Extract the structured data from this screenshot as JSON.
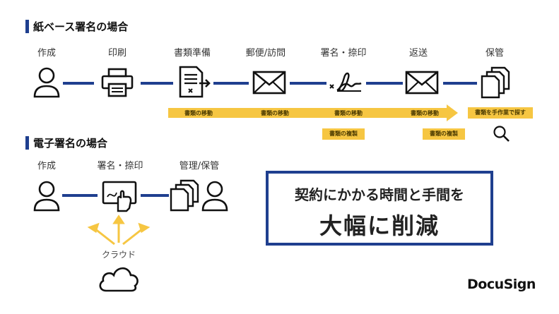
{
  "colors": {
    "navy": "#1f3f8f",
    "yellow": "#f6c642",
    "text": "#222222"
  },
  "paper": {
    "title": "紙ベース署名の場合",
    "steps": [
      "作成",
      "印刷",
      "書類準備",
      "郵便/訪問",
      "署名・捺印",
      "返送",
      "保管"
    ],
    "icons": [
      "person-icon",
      "printer-icon",
      "document-icon",
      "envelope-icon",
      "signature-icon",
      "envelope-icon",
      "documents-stack-icon"
    ],
    "tags_row1": [
      "書類の移動",
      "書類の移動",
      "書類の移動",
      "書類の移動",
      "書類を手作業で探す"
    ],
    "tags_row2": [
      "書類の複製",
      "書類の複製"
    ]
  },
  "electronic": {
    "title": "電子署名の場合",
    "steps": [
      "作成",
      "署名・捺印",
      "管理/保管"
    ],
    "cloud_label": "クラウド"
  },
  "callout": {
    "line1": "契約にかかる時間と手間を",
    "line2": "大幅に削減"
  },
  "brand": "DocuSign"
}
